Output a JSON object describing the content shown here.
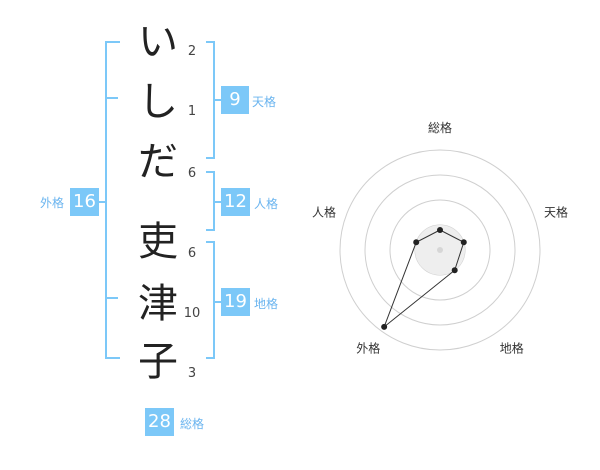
{
  "name_chars": [
    {
      "char": "い",
      "strokes": "2"
    },
    {
      "char": "し",
      "strokes": "1"
    },
    {
      "char": "だ",
      "strokes": "6"
    },
    {
      "char": "吏",
      "strokes": "6"
    },
    {
      "char": "津",
      "strokes": "10"
    },
    {
      "char": "子",
      "strokes": "3"
    }
  ],
  "scores": {
    "tenkaku": {
      "value": "9",
      "label": "天格"
    },
    "jinkaku": {
      "value": "12",
      "label": "人格"
    },
    "chikaku": {
      "value": "19",
      "label": "地格"
    },
    "gaikaku": {
      "value": "16",
      "label": "外格"
    },
    "soukaku": {
      "value": "28",
      "label": "総格"
    }
  },
  "colors": {
    "accent": "#7cc8f8",
    "bracket": "#7cc8f8",
    "label": "#6ab4ef"
  },
  "chart_data": {
    "type": "radar",
    "axes": [
      "総格",
      "天格",
      "地格",
      "外格",
      "人格"
    ],
    "values": [
      0.2,
      0.25,
      0.25,
      0.95,
      0.25
    ],
    "rings": 4,
    "grid": true
  }
}
